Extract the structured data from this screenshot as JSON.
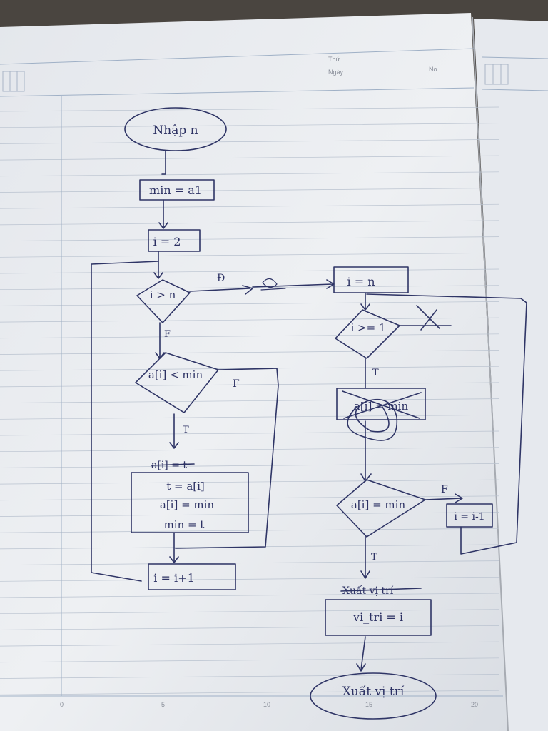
{
  "header": {
    "thu_label": "Thứ",
    "ngay_label": "Ngày",
    "no_label": "No."
  },
  "ruler": [
    "0",
    "5",
    "10",
    "15",
    "20"
  ],
  "flowchart": {
    "start": "Nhập n",
    "init_min": "min = a1",
    "init_i": "i = 2",
    "cond_loop": "i > n",
    "cond_loop_true": "Đ",
    "cond_loop_false": "F",
    "cond_compare": "a[i] < min",
    "cond_compare_true": "T",
    "cond_compare_false": "F",
    "swap_crossed": "a[i] = t",
    "swap": [
      "t = a[i]",
      "a[i] = min",
      "min = t"
    ],
    "increment": "i = i+1",
    "init_i_n": "i = n",
    "cond_backward": "i >= 1",
    "cond_backward_true": "T",
    "crossed_box": "a[i] = min",
    "cond_equal": "a[i] = min",
    "cond_equal_true": "T",
    "cond_equal_false": "F",
    "decrement": "i = i-1",
    "crossed_output": "Xuất vị trí",
    "assign_pos": "vi_tri = i",
    "end": "Xuất vị trí"
  },
  "colors": {
    "ink": "#2f3566",
    "paper": "#eef0f3",
    "rule_lines": "#b9c2cf",
    "header_text": "#8a8f9a"
  }
}
